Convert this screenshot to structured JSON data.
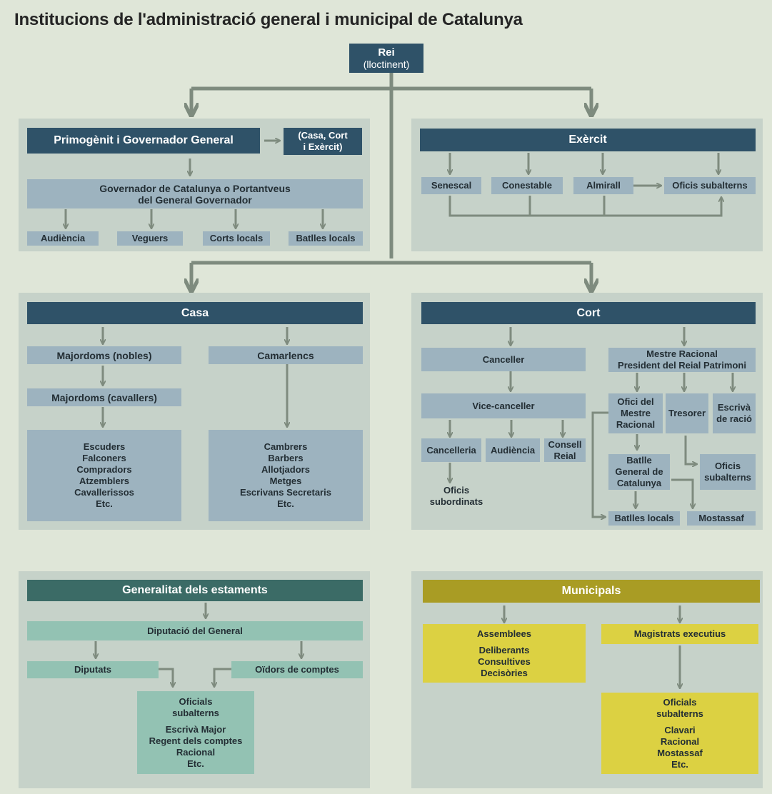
{
  "title": "Institucions de l'administració general i municipal de Catalunya",
  "colors": {
    "background": "#dfe6d8",
    "panel": "#c6d2c9",
    "dark_header": "#2f5268",
    "light_box": "#9db3bf",
    "green_header": "#3b6b66",
    "green_box": "#93c2b3",
    "olive_header": "#a99c24",
    "yellow_box": "#dcd142",
    "arrow": "#7e8b7e"
  },
  "rei": {
    "line1": "Rei",
    "line2": "(lloctinent)"
  },
  "governor": {
    "header": "Primogènit i Governador General",
    "side_line1": "(Casa, Cort",
    "side_line2": "i Exèrcit)",
    "sub_line1": "Governador de Catalunya o Portantveus",
    "sub_line2": "del General Governador",
    "items": [
      "Audiència",
      "Veguers",
      "Corts locals",
      "Batlles locals"
    ]
  },
  "exercit": {
    "header": "Exèrcit",
    "items": [
      "Senescal",
      "Conestable",
      "Almirall",
      "Oficis subalterns"
    ]
  },
  "casa": {
    "header": "Casa",
    "majordoms_nobles": "Majordoms (nobles)",
    "majordoms_cavallers": "Majordoms (cavallers)",
    "camarlencs": "Camarlencs",
    "list_left": [
      "Escuders",
      "Falconers",
      "Compradors",
      "Atzemblers",
      "Cavallerissos",
      "Etc."
    ],
    "list_right": [
      "Cambrers",
      "Barbers",
      "Allotjadors",
      "Metges",
      "Escrivans Secretaris",
      "Etc."
    ]
  },
  "cort": {
    "header": "Cort",
    "canceller": "Canceller",
    "vice_canceller": "Vice-canceller",
    "cancelleria": "Cancelleria",
    "audiencia": "Audiència",
    "consell_line1": "Consell",
    "consell_line2": "Reial",
    "oficis_sub_line1": "Oficis",
    "oficis_sub_line2": "subordinats",
    "mestre_line1": "Mestre Racional",
    "mestre_line2": "President del Reial Patrimoni",
    "ofici_line1": "Ofici del",
    "ofici_line2": "Mestre",
    "ofici_line3": "Racional",
    "tresorer": "Tresorer",
    "escriva_line1": "Escrivà",
    "escriva_line2": "de ració",
    "batlle_line1": "Batlle",
    "batlle_line2": "General de",
    "batlle_line3": "Catalunya",
    "oficis_subalterns_line1": "Oficis",
    "oficis_subalterns_line2": "subalterns",
    "batlles_locals": "Batlles locals",
    "mostassaf": "Mostassaf"
  },
  "generalitat": {
    "header": "Generalitat dels estaments",
    "diputacio": "Diputació del General",
    "diputats": "Diputats",
    "oidors": "Oïdors de comptes",
    "oficials_line1": "Oficials",
    "oficials_line2": "subalterns",
    "list": [
      "Escrivà Major",
      "Regent dels comptes",
      "Racional",
      "Etc."
    ]
  },
  "municipals": {
    "header": "Municipals",
    "assemblees": "Assemblees",
    "assemblees_list": [
      "Deliberants",
      "Consultives",
      "Decisòries"
    ],
    "magistrats": "Magistrats executius",
    "oficials_line1": "Oficials",
    "oficials_line2": "subalterns",
    "list": [
      "Clavari",
      "Racional",
      "Mostassaf",
      "Etc."
    ]
  }
}
